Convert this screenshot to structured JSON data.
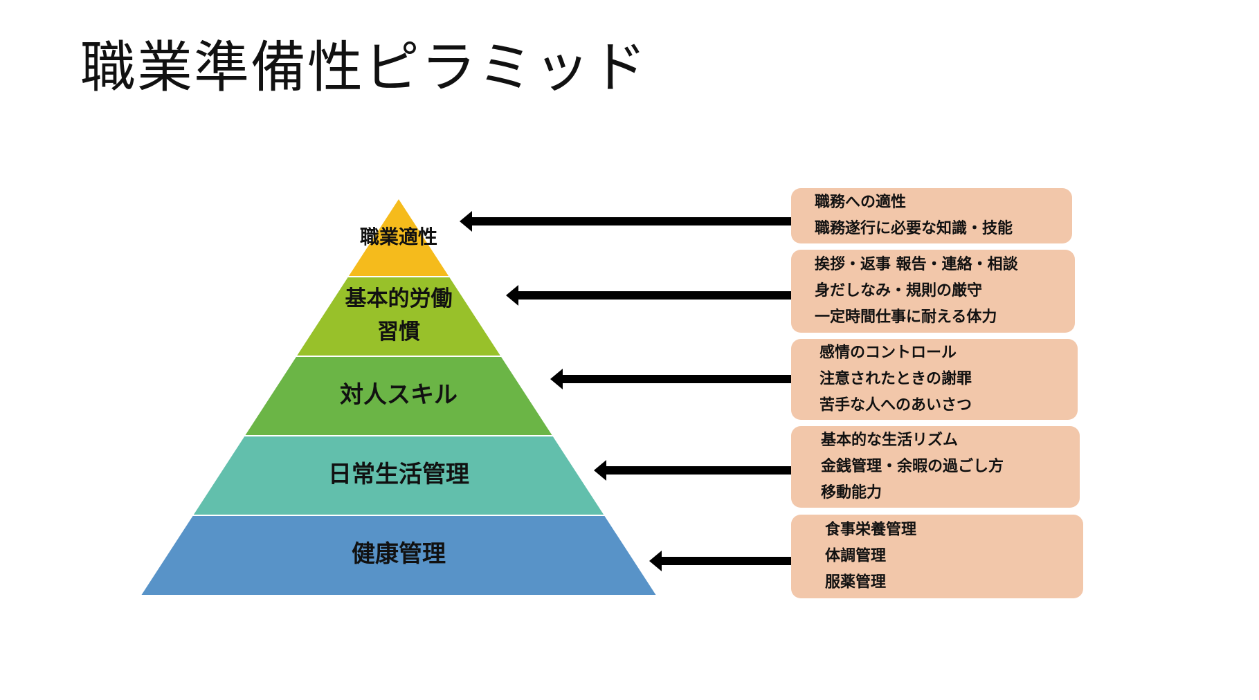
{
  "title": "職業準備性ピラミッド",
  "colors": {
    "level_0": "#F5BB1C",
    "level_1": "#98C12A",
    "level_2": "#6BB546",
    "level_3": "#62BFAC",
    "level_4": "#5893C8",
    "box_fill": "#F2C7AA",
    "arrow": "#000000"
  },
  "levels": [
    {
      "lines": [
        "職業適性"
      ]
    },
    {
      "lines": [
        "基本的労働",
        "習慣"
      ]
    },
    {
      "lines": [
        "対人スキル"
      ]
    },
    {
      "lines": [
        "日常生活管理"
      ]
    },
    {
      "lines": [
        "健康管理"
      ]
    }
  ],
  "boxes": [
    {
      "lines": [
        "職務への適性",
        "職務遂行に必要な知識・技能"
      ]
    },
    {
      "lines": [
        "挨拶・返事 報告・連絡・相談",
        "身だしなみ・規則の厳守",
        "一定時間仕事に耐える体力"
      ]
    },
    {
      "lines": [
        "感情のコントロール",
        "注意されたときの謝罪",
        "苦手な人へのあいさつ"
      ]
    },
    {
      "lines": [
        "基本的な生活リズム",
        "金銭管理・余暇の過ごし方",
        "移動能力"
      ]
    },
    {
      "lines": [
        "食事栄養管理",
        "体調管理",
        "服薬管理"
      ]
    }
  ]
}
